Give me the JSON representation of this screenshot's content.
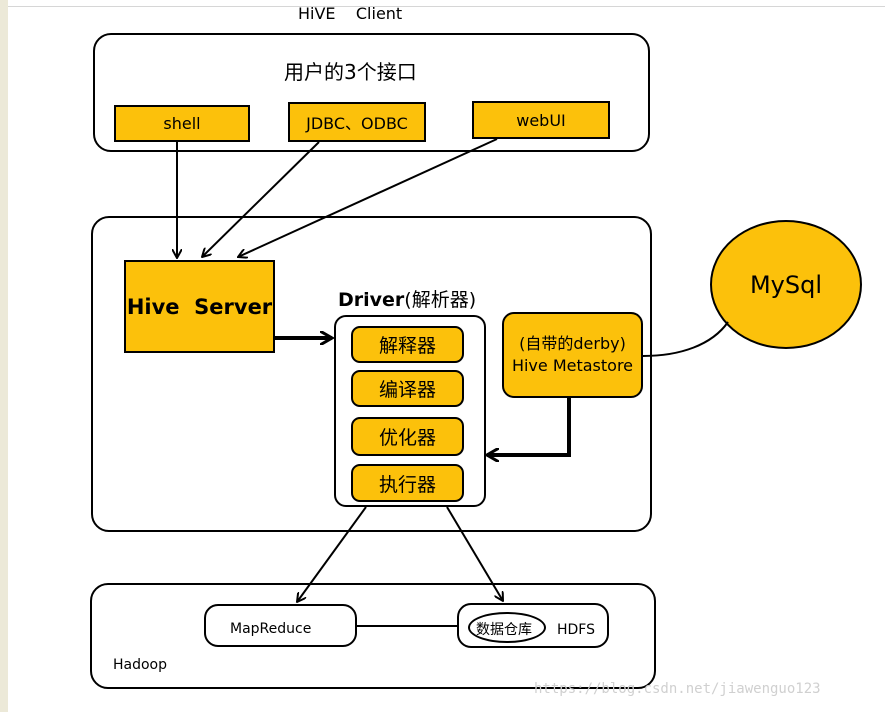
{
  "client": {
    "title": "HiVE    Client",
    "subtitle": "用户的3个接口",
    "interfaces": [
      "shell",
      "JDBC、ODBC",
      "webUI"
    ]
  },
  "server": {
    "hive_server": "Hive  Server",
    "driver_bold": "Driver",
    "driver_paren": "(解析器)",
    "driver_components": [
      "解释器",
      "编译器",
      "优化器",
      "执行器"
    ],
    "metastore_line1": "(自带的derby)",
    "metastore_line2": "Hive Metastore"
  },
  "external": {
    "mysql": "MySql"
  },
  "hadoop": {
    "label": "Hadoop",
    "mapreduce": "MapReduce",
    "warehouse": "数据仓库",
    "hdfs": "HDFS"
  },
  "watermark": "https://blog.csdn.net/jiawenguo123",
  "colors": {
    "box_fill": "#fcc10b",
    "line": "#000000"
  }
}
